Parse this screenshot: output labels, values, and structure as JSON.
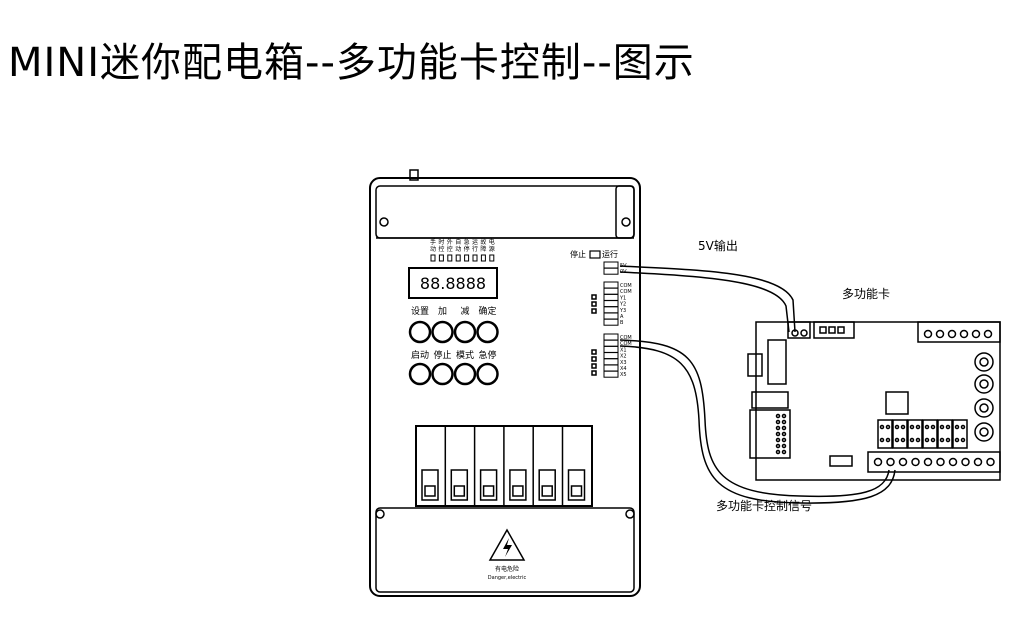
{
  "title": "MINI迷你配电箱--多功能卡控制--图示",
  "display_value": "88.8888",
  "indicators": [
    "手动",
    "时控",
    "外控",
    "自动",
    "急停",
    "运行",
    "故障",
    "电源"
  ],
  "buttons_row1": [
    "设置",
    "加",
    "减",
    "确定"
  ],
  "buttons_row2": [
    "启动",
    "停止",
    "模式",
    "急停"
  ],
  "switch_labels": {
    "stop": "停止",
    "run": "运行"
  },
  "terminal_top": [
    "5V",
    "0V"
  ],
  "terminal_mid": [
    "COM",
    "COM",
    "Y1",
    "Y2",
    "Y3",
    "A",
    "B"
  ],
  "terminal_bottom": [
    "COM",
    "COM",
    "X1",
    "X2",
    "X3",
    "X4",
    "X5"
  ],
  "label_5v": "5V输出",
  "label_card": "多功能卡",
  "label_signal": "多功能卡控制信号",
  "warning_text": "有电危险",
  "warning_subtext": "Danger,electric"
}
